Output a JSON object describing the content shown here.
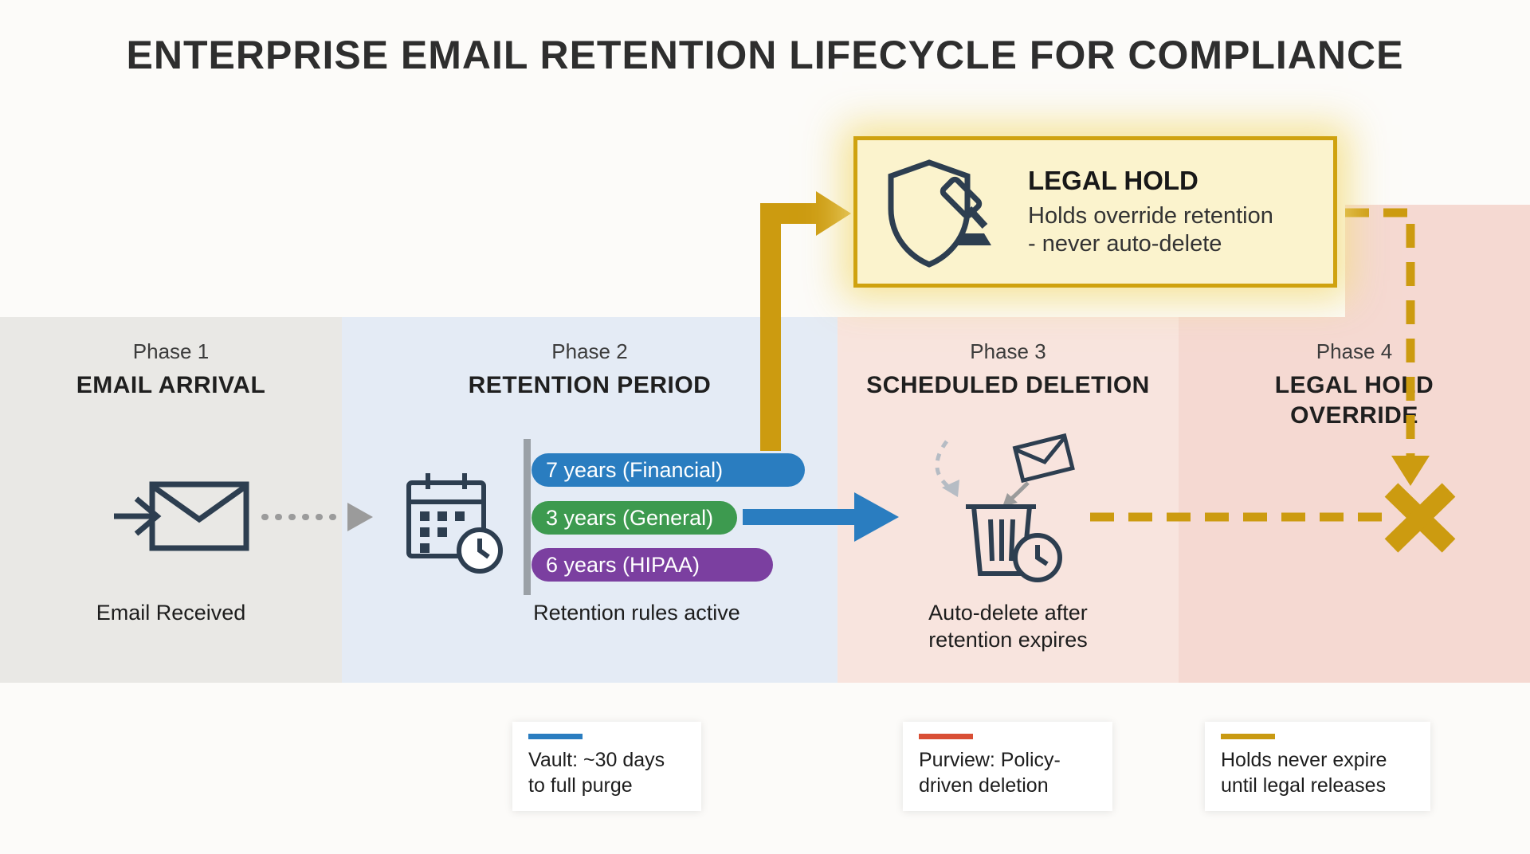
{
  "title": "ENTERPRISE EMAIL RETENTION LIFECYCLE FOR COMPLIANCE",
  "legal_hold_box": {
    "title": "LEGAL HOLD",
    "description_line1": "Holds override retention",
    "description_line2": "- never auto-delete"
  },
  "phases": [
    {
      "label": "Phase 1",
      "title": "EMAIL ARRIVAL",
      "caption": "Email Received"
    },
    {
      "label": "Phase 2",
      "title": "RETENTION PERIOD",
      "caption": "Retention rules active"
    },
    {
      "label": "Phase 3",
      "title": "SCHEDULED DELETION",
      "caption_line1": "Auto-delete after",
      "caption_line2": "retention expires"
    },
    {
      "label": "Phase 4",
      "title_line1": "LEGAL HOLD",
      "title_line2": "OVERRIDE"
    }
  ],
  "retention_rules": [
    {
      "label": "7 years (Financial)",
      "color": "#2a7dc0"
    },
    {
      "label": "3 years (General)",
      "color": "#3d9a4f"
    },
    {
      "label": "6 years (HIPAA)",
      "color": "#7b3fa0"
    }
  ],
  "legend": [
    {
      "line1": "Vault: ~30 days",
      "line2": "to full purge",
      "color": "#2a7dc0"
    },
    {
      "line1": "Purview: Policy-",
      "line2": "driven deletion",
      "color": "#d94f35"
    },
    {
      "line1": "Holds never expire",
      "line2": "until legal releases",
      "color": "#c99a12"
    }
  ],
  "colors": {
    "gold": "#cc9b10",
    "arrow_blue": "#2a7dc0",
    "arrow_gray": "#9b9b9b",
    "icon_stroke": "#2d3e50",
    "band_phase1": "#e9e8e5",
    "band_phase2": "#e4ebf5",
    "band_phase3": "#f8e4de",
    "band_phase4": "#f5d9d2",
    "legal_hold_bg": "#fbf3cd",
    "legal_hold_border": "#cfa20f"
  }
}
